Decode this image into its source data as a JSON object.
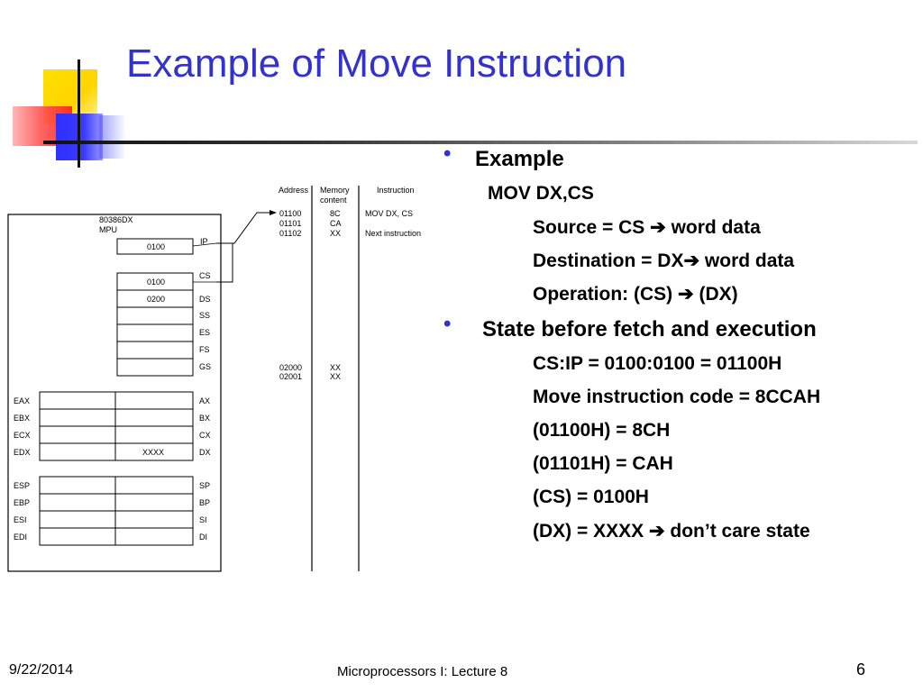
{
  "title": "Example of Move Instruction",
  "diagram": {
    "headers": {
      "address": "Address",
      "memory": [
        "Memory",
        "content"
      ],
      "instruction": "Instruction"
    },
    "mpu": [
      "80386DX",
      "MPU"
    ],
    "memory_rows": [
      {
        "address": "01100",
        "content": "8C",
        "instruction": "MOV DX, CS"
      },
      {
        "address": "01101",
        "content": "CA",
        "instruction": ""
      },
      {
        "address": "01102",
        "content": "XX",
        "instruction": "Next instruction"
      },
      {
        "address": "02000",
        "content": "XX",
        "instruction": ""
      },
      {
        "address": "02001",
        "content": "XX",
        "instruction": ""
      }
    ],
    "ip": {
      "label": "IP",
      "value": "0100"
    },
    "segment_regs": [
      {
        "label": "CS",
        "value": "0100"
      },
      {
        "label": "DS",
        "value": "0200"
      },
      {
        "label": "SS",
        "value": ""
      },
      {
        "label": "ES",
        "value": ""
      },
      {
        "label": "FS",
        "value": ""
      },
      {
        "label": "GS",
        "value": ""
      }
    ],
    "general_regs": [
      {
        "left": "EAX",
        "right": "AX",
        "value": ""
      },
      {
        "left": "EBX",
        "right": "BX",
        "value": ""
      },
      {
        "left": "ECX",
        "right": "CX",
        "value": ""
      },
      {
        "left": "EDX",
        "right": "DX",
        "value": "XXXX"
      }
    ],
    "pointer_regs": [
      {
        "left": "ESP",
        "right": "SP"
      },
      {
        "left": "EBP",
        "right": "BP"
      },
      {
        "left": "ESI",
        "right": "SI"
      },
      {
        "left": "EDI",
        "right": "DI"
      }
    ]
  },
  "bullets": {
    "b1": "Example",
    "b1_sub": "MOV DX,CS",
    "b1_items": [
      "Source = CS ",
      "Destination = DX",
      "Operation: (CS) "
    ],
    "b1_tails": [
      "word data",
      "word data",
      "(DX)"
    ],
    "b2": "State before fetch and execution",
    "b2_items": [
      "CS:IP = 0100:0100 = 01100H",
      "Move instruction code = 8CCAH",
      "(01100H) = 8CH",
      "(01101H) = CAH",
      "(CS) = 0100H",
      "(DX) = XXXX "
    ],
    "b2_last_tail": "don’t care state",
    "arrow": "➔",
    "dot": "•"
  },
  "footer": {
    "date": "9/22/2014",
    "course": "Microprocessors I:   Lecture 8",
    "page": "6"
  }
}
